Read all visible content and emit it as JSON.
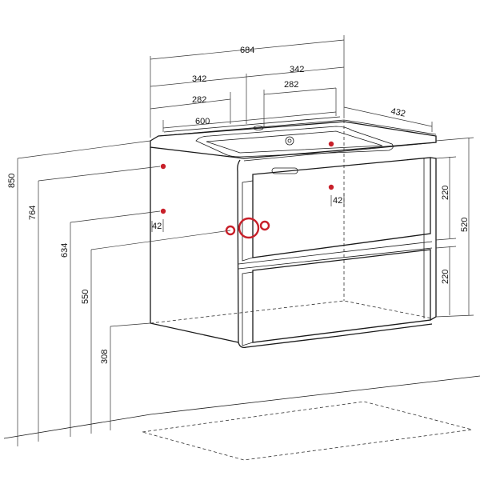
{
  "dimensions": {
    "total_width": "684",
    "half_left": "342",
    "half_right": "342",
    "left_282": "282",
    "right_282": "282",
    "basin_width": "600",
    "depth": "432",
    "height_850": "850",
    "height_764": "764",
    "height_634": "634",
    "height_550": "550",
    "height_308": "308",
    "drawer_top": "220",
    "drawer_bottom": "220",
    "body_height": "520",
    "offset_left": "42",
    "offset_right": "42"
  },
  "colors": {
    "line": "#1a1a1a",
    "marker": "#c8202a"
  }
}
